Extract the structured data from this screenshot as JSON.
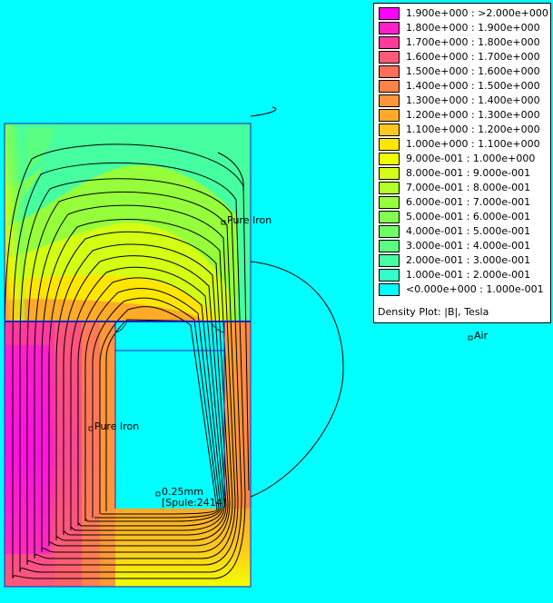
{
  "legend": {
    "title": "Density Plot: |B|, Tesla",
    "rows": [
      {
        "label": "1.900e+000 : >2.000e+000",
        "color": "#FF00FF"
      },
      {
        "label": "1.800e+000 : 1.900e+000",
        "color": "#FF20C8"
      },
      {
        "label": "1.700e+000 : 1.800e+000",
        "color": "#FF3C9C"
      },
      {
        "label": "1.600e+000 : 1.700e+000",
        "color": "#FF5A78"
      },
      {
        "label": "1.500e+000 : 1.600e+000",
        "color": "#FF6E5A"
      },
      {
        "label": "1.400e+000 : 1.500e+000",
        "color": "#FF8246"
      },
      {
        "label": "1.300e+000 : 1.400e+000",
        "color": "#FF963C"
      },
      {
        "label": "1.200e+000 : 1.300e+000",
        "color": "#FFAA28"
      },
      {
        "label": "1.100e+000 : 1.200e+000",
        "color": "#FFC81E"
      },
      {
        "label": "1.000e+000 : 1.100e+000",
        "color": "#FFE600"
      },
      {
        "label": "9.000e-001 : 1.000e+000",
        "color": "#F0FF00"
      },
      {
        "label": "8.000e-001 : 9.000e-001",
        "color": "#D2FF14"
      },
      {
        "label": "7.000e-001 : 8.000e-001",
        "color": "#B4FF28"
      },
      {
        "label": "6.000e-001 : 7.000e-001",
        "color": "#96FF3C"
      },
      {
        "label": "5.000e-001 : 6.000e-001",
        "color": "#82FF50"
      },
      {
        "label": "4.000e-001 : 5.000e-001",
        "color": "#6EFF64"
      },
      {
        "label": "3.000e-001 : 4.000e-001",
        "color": "#5AFF82"
      },
      {
        "label": "2.000e-001 : 3.000e-001",
        "color": "#46FFA0"
      },
      {
        "label": "1.000e-001 : 2.000e-001",
        "color": "#32FFC8"
      },
      {
        "label": "<0.000e+000 : 1.000e-001",
        "color": "#00FFFF"
      }
    ]
  },
  "regions": {
    "pure_iron_top": "Pure Iron",
    "pure_iron_left": "Pure Iron",
    "air": "Air",
    "coil_wire": "0.25mm",
    "coil_circuit": "[Spule:2414]"
  },
  "colors": {
    "background": "#00FFFF",
    "flux_line": "#000000",
    "boundary": "#2020C0"
  }
}
